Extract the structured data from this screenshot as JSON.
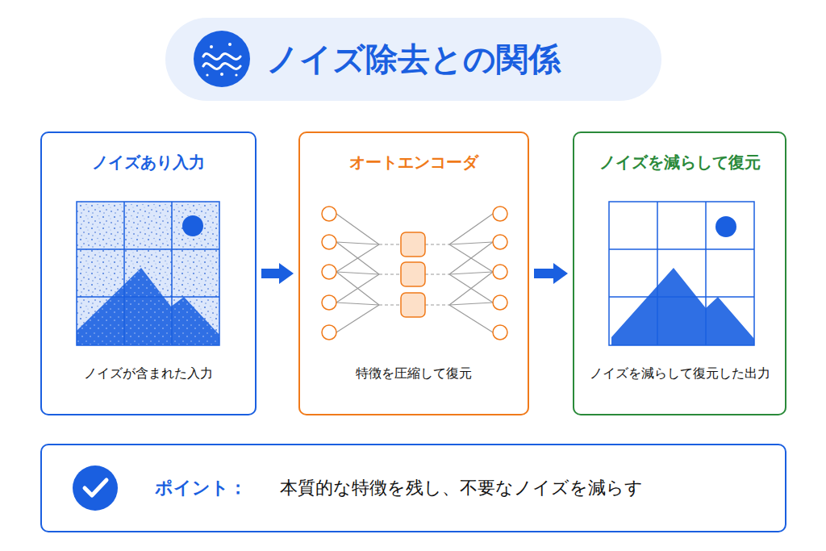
{
  "diagram": {
    "title": "ノイズ除去との関係",
    "nodes": [
      {
        "text": [
          "ノイズあり入力",
          "ノイズが含まれた入力"
        ]
      },
      {
        "text": [
          "オートエンコーダ",
          "特徴を圧縮して復元"
        ]
      },
      {
        "text": [
          "ノイズを減らして復元",
          "ノイズを減らして復元した出力"
        ]
      },
      {
        "text": [
          "ポイント：",
          "本質的な特徴を残し、不要なノイズを減らす"
        ]
      }
    ],
    "edges": [
      {
        "from": 0,
        "to": 1,
        "arrow": "to"
      },
      {
        "from": 1,
        "to": 2,
        "arrow": "to"
      }
    ]
  }
}
